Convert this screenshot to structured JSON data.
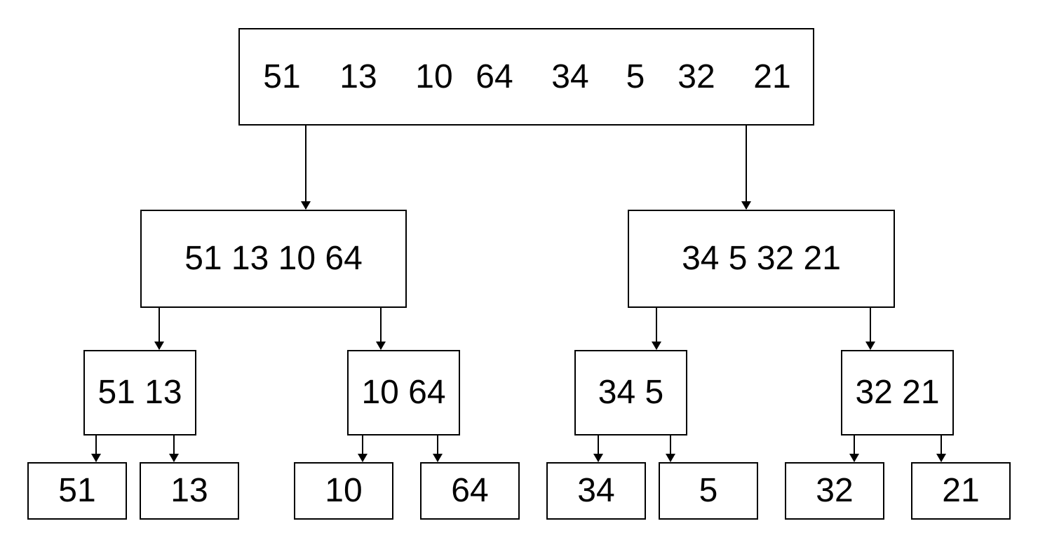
{
  "root": {
    "values": [
      "51",
      "13",
      "10",
      "64",
      "34",
      "5",
      "32",
      "21"
    ]
  },
  "level1": [
    "51 13 10 64",
    "34 5 32 21"
  ],
  "level2": [
    "51 13",
    "10 64",
    "34 5",
    "32 21"
  ],
  "level3": [
    "51",
    "13",
    "10",
    "64",
    "34",
    "5",
    "32",
    "21"
  ],
  "colors": {
    "stroke": "#000000",
    "background": "#ffffff"
  }
}
